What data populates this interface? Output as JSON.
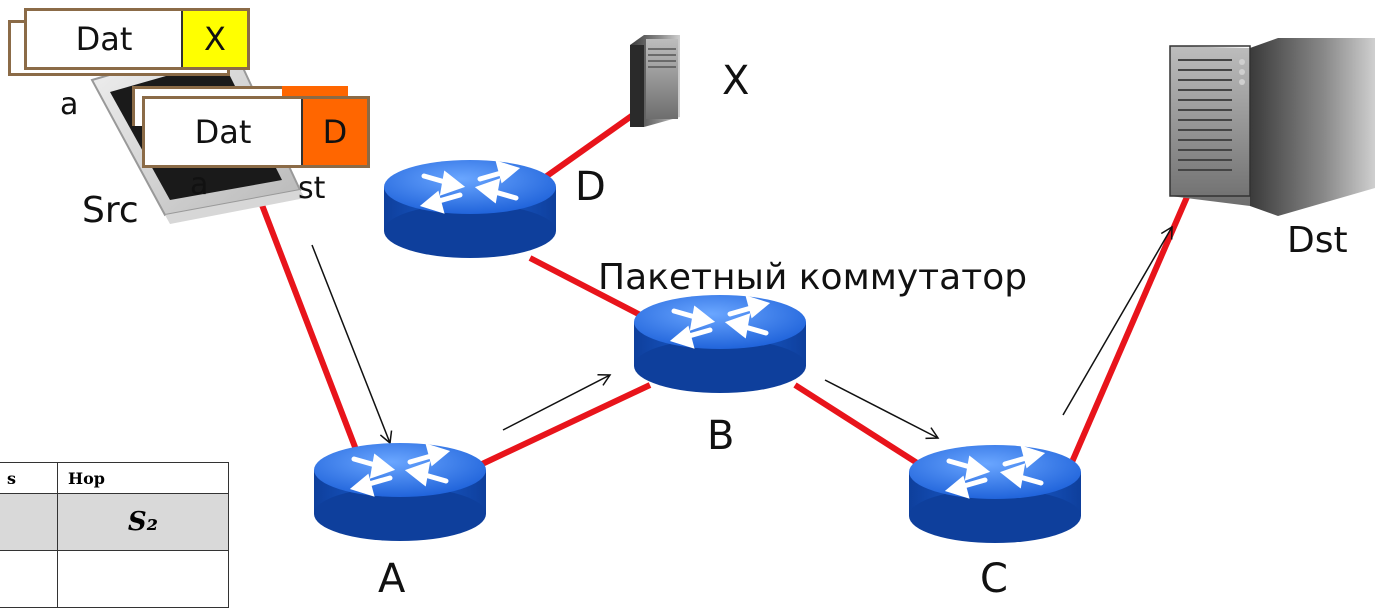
{
  "nodes": {
    "src": {
      "label": "Src"
    },
    "dst": {
      "label": "Dst"
    },
    "x_server": {
      "label": "X"
    },
    "router_a": {
      "label": "A"
    },
    "router_b": {
      "label": "B"
    },
    "router_c": {
      "label": "C"
    },
    "router_d": {
      "label": "D"
    }
  },
  "switch_label": "Пакетный коммутатор",
  "packets": [
    {
      "data": "Dat",
      "address": "X",
      "address_color": "#ffff00",
      "fragment": "a"
    },
    {
      "data": "Dat",
      "address": "D",
      "address_color": "#ff6600",
      "fragment": "a",
      "fragment2": "st"
    }
  ],
  "routing_table": {
    "headers": [
      "s",
      "Hop"
    ],
    "rows": [
      {
        "dest": "",
        "hop": "S₂"
      },
      {
        "dest": "",
        "hop": ""
      }
    ]
  },
  "colors": {
    "link": "#e8141b",
    "router": "#1a5fd6",
    "packet_border": "#8b6b47"
  },
  "icons": {
    "router": "router-icon",
    "server": "server-icon",
    "arrow": "arrow-icon"
  }
}
